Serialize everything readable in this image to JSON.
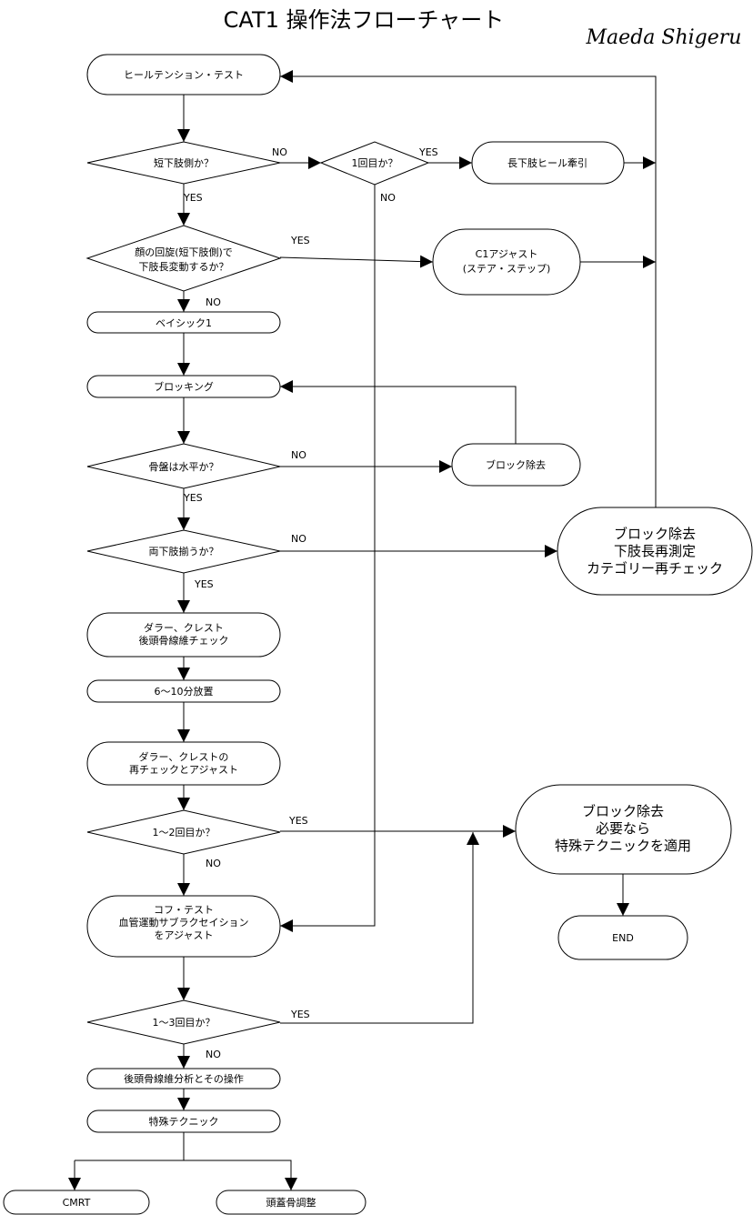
{
  "title": "CAT1  操作法フローチャート",
  "author": "Maeda Shigeru",
  "nodes": {
    "heel_tension_test": [
      "ヒールテンション・テスト"
    ],
    "short_leg_side_q": [
      "短下肢側か？"
    ],
    "first_time_q": [
      "1回目か？"
    ],
    "long_leg_heel_traction": [
      "長下肢ヒール牽引"
    ],
    "face_rotation_q": [
      "顔の回旋(短下肢側)で",
      "下肢長変動するか？"
    ],
    "c1_adjust": [
      "C1アジャスト",
      "(ステア・ステップ)"
    ],
    "basic1": [
      "ベイシック1"
    ],
    "blocking": [
      "ブロッキング"
    ],
    "pelvis_level_q": [
      "骨盤は水平か？"
    ],
    "block_removal": [
      "ブロック除去"
    ],
    "legs_even_q": [
      "両下肢揃うか？"
    ],
    "recheck_category": [
      "ブロック除去",
      "下肢長再測定",
      "カテゴリー再チェック"
    ],
    "dollar_crest_check": [
      "ダラー、クレスト",
      "後頭骨線維チェック"
    ],
    "rest_6_10": [
      "6～10分放置"
    ],
    "dollar_crest_recheck": [
      "ダラー、クレストの",
      "再チェックとアジャスト"
    ],
    "first_second_q": [
      "1～2回目か？"
    ],
    "special_apply": [
      "ブロック除去",
      "必要なら",
      "特殊テクニックを適用"
    ],
    "end": [
      "END"
    ],
    "coff_test": [
      "コフ・テスト",
      "血管運動サブラクセイション",
      "をアジャスト"
    ],
    "first_third_q": [
      "1～3回目か？"
    ],
    "occipital_fiber": [
      "後頭骨線維分析とその操作"
    ],
    "special_technique": [
      "特殊テクニック"
    ],
    "cmrt": [
      "CMRT"
    ],
    "cranial": [
      "頭蓋骨調整"
    ]
  },
  "edge_labels": {
    "no": "NO",
    "yes": "YES"
  },
  "colors": {
    "stroke": "#000000",
    "fill": "#ffffff",
    "text": "#000000"
  }
}
